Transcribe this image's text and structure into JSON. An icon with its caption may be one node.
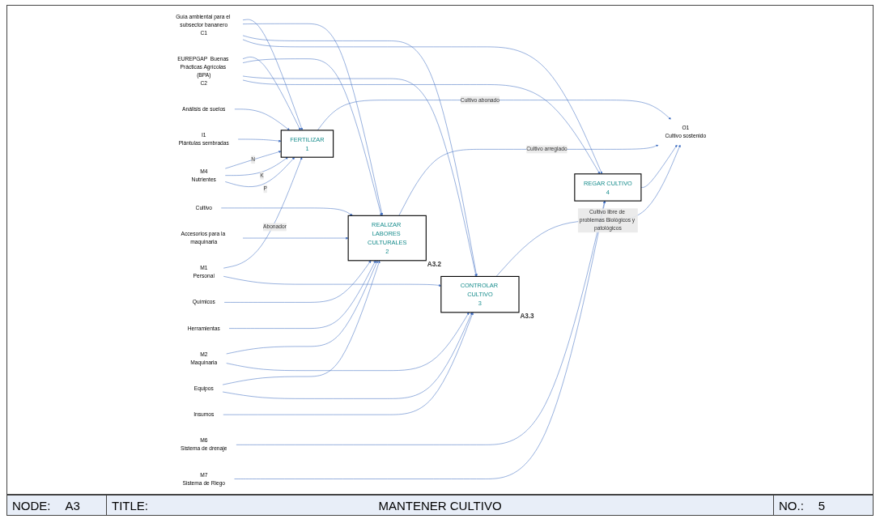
{
  "diagram": {
    "title": "MANTENER CULTIVO",
    "nodes": [
      {
        "text": [
          "FERTILIZAR",
          "1"
        ]
      },
      {
        "text": [
          "REALIZAR LABORES CULTURALES",
          "2"
        ],
        "beside": [
          "A3.2"
        ]
      },
      {
        "text": [
          "CONTROLAR CULTIVO",
          "3"
        ],
        "beside": [
          "A3.3"
        ]
      },
      {
        "text": [
          "REGAR CULTIVO",
          "4"
        ]
      },
      {
        "text": [
          "Análisis de suelos"
        ]
      },
      {
        "text": [
          "Guía ambiental para el subsector bananero",
          "C1"
        ]
      },
      {
        "text": [
          "EUREPGAP  Buenas Prácticas Agrícolas (BPA)",
          "C2"
        ]
      },
      {
        "text": [
          "I1",
          "Plántulas sembradas"
        ]
      },
      {
        "text": [
          "Cultivo"
        ]
      },
      {
        "text": [
          "M4",
          "Nutrientes"
        ]
      },
      {
        "text": [
          "M1",
          "Personal"
        ]
      },
      {
        "text": [
          "Accesorios para la maquinaria"
        ]
      },
      {
        "text": [
          "M2",
          "Maquinaria"
        ]
      },
      {
        "text": [
          "Químicos"
        ]
      },
      {
        "text": [
          "Herramientas"
        ]
      },
      {
        "text": [
          "Equipos"
        ]
      },
      {
        "text": [
          "Insumos"
        ]
      },
      {
        "text": [
          "M6",
          "Sistema de drenaje"
        ]
      },
      {
        "text": [
          "M7",
          "Sistema de Riego"
        ]
      },
      {
        "text": [
          "O1",
          "Cultivo sostenido"
        ]
      }
    ],
    "edges": [
      {
        "from": 4,
        "to": 0,
        "arrow": "to"
      },
      {
        "from": 5,
        "to": 0,
        "arrow": "to"
      },
      {
        "from": 5,
        "to": 1,
        "arrow": "to"
      },
      {
        "from": 5,
        "to": 2,
        "arrow": "to"
      },
      {
        "from": 5,
        "to": 3,
        "arrow": "to"
      },
      {
        "from": 6,
        "to": 0,
        "arrow": "to"
      },
      {
        "from": 6,
        "to": 1,
        "arrow": "to"
      },
      {
        "from": 6,
        "to": 2,
        "arrow": "to"
      },
      {
        "from": 6,
        "to": 3,
        "arrow": "to"
      },
      {
        "from": 7,
        "to": 0,
        "arrow": "to"
      },
      {
        "from": 8,
        "to": 1,
        "arrow": "to"
      },
      {
        "from": 9,
        "to": 0,
        "arrow": "to",
        "label": "N"
      },
      {
        "from": 9,
        "to": 0,
        "arrow": "to",
        "label": "K"
      },
      {
        "from": 9,
        "to": 0,
        "arrow": "to",
        "label": "P"
      },
      {
        "from": 10,
        "to": 0,
        "arrow": "to",
        "label": "Abonador"
      },
      {
        "from": 10,
        "to": 2,
        "arrow": "to"
      },
      {
        "from": 11,
        "to": 1,
        "arrow": "to"
      },
      {
        "from": 12,
        "to": 1,
        "arrow": "to"
      },
      {
        "from": 12,
        "to": 2,
        "arrow": "to"
      },
      {
        "from": 13,
        "to": 1,
        "arrow": "to"
      },
      {
        "from": 14,
        "to": 1,
        "arrow": "to"
      },
      {
        "from": 15,
        "to": 1,
        "arrow": "to"
      },
      {
        "from": 15,
        "to": 2,
        "arrow": "to"
      },
      {
        "from": 16,
        "to": 2,
        "arrow": "to"
      },
      {
        "from": 17,
        "to": 3,
        "arrow": "to"
      },
      {
        "from": 18,
        "to": 3,
        "arrow": "to"
      },
      {
        "from": 0,
        "to": 19,
        "arrow": "to",
        "label": "Cultivo abonado"
      },
      {
        "from": 1,
        "to": 19,
        "arrow": "to",
        "label": "Cultivo arreglado"
      },
      {
        "from": 2,
        "to": 19,
        "arrow": "to",
        "label": "Cultivo libre de problemas Biológicos y patológicos"
      },
      {
        "from": 3,
        "to": 19,
        "arrow": "to"
      }
    ],
    "labels": [
      "NODE:",
      "A3",
      "TITLE:",
      "NO.:",
      "5"
    ]
  }
}
